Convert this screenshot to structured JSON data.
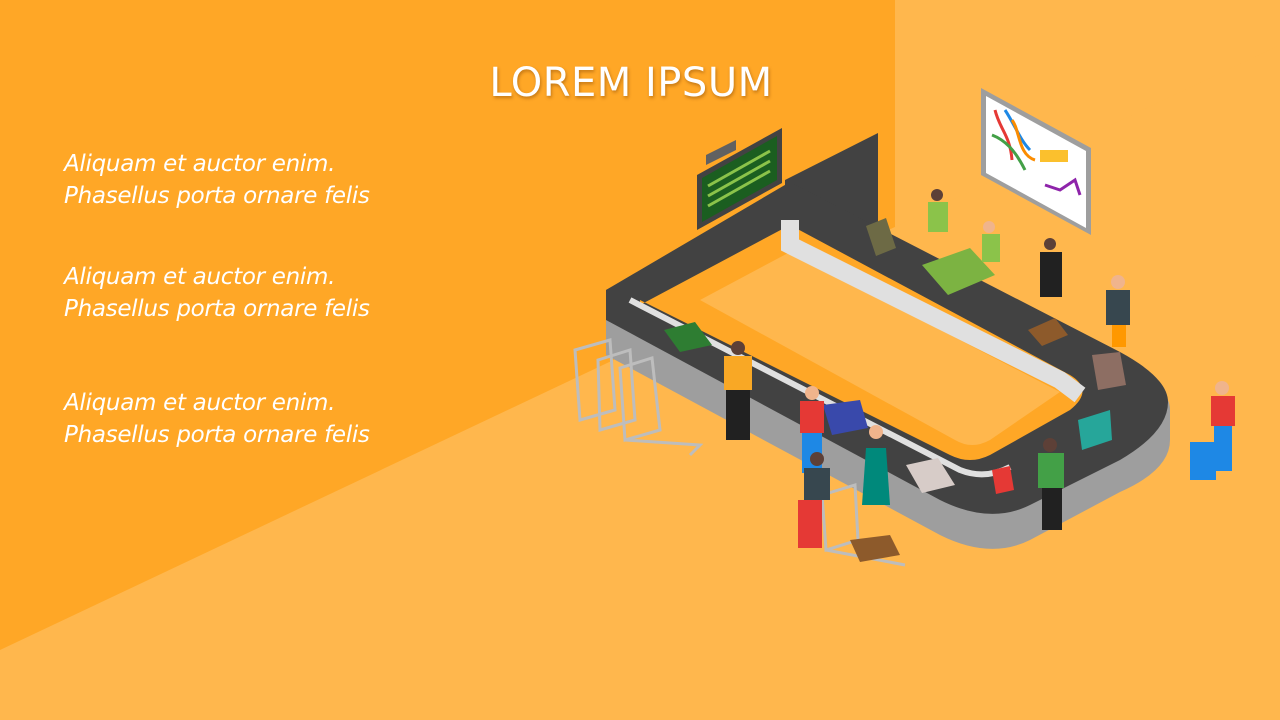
{
  "slide": {
    "title": "LOREM IPSUM",
    "paragraphs": [
      {
        "line1": "Aliquam et auctor enim.",
        "line2": "Phasellus porta ornare felis"
      },
      {
        "line1": "Aliquam et auctor enim.",
        "line2": "Phasellus porta ornare felis"
      },
      {
        "line1": "Aliquam et auctor enim.",
        "line2": "Phasellus porta ornare felis"
      }
    ]
  },
  "colors": {
    "background_dark": "#ffa726",
    "background_light": "#ffb74d",
    "text": "#ffffff"
  },
  "illustration": {
    "subject": "airport baggage claim carousel",
    "icons": [
      "flight-board-icon",
      "metro-map-icon",
      "luggage-cart-icon",
      "suitcase-icon",
      "passenger-icon"
    ]
  }
}
